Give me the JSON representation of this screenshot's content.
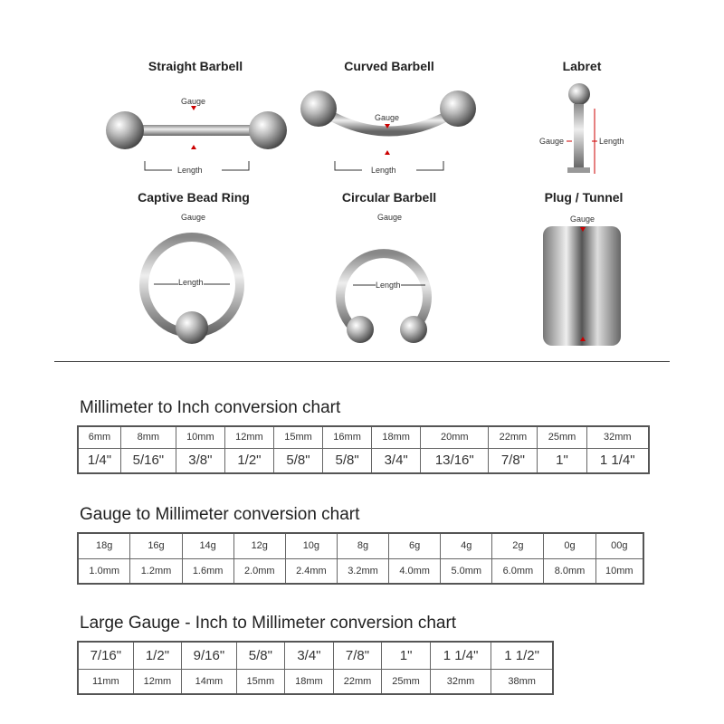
{
  "diagrams": [
    {
      "title": "Straight Barbell",
      "labels": [
        "Gauge",
        "Length"
      ]
    },
    {
      "title": "Curved Barbell",
      "labels": [
        "Gauge",
        "Length"
      ]
    },
    {
      "title": "Labret",
      "labels": [
        "Gauge",
        "Length"
      ]
    },
    {
      "title": "Captive Bead Ring",
      "labels": [
        "Gauge",
        "Length"
      ]
    },
    {
      "title": "Circular Barbell",
      "labels": [
        "Gauge",
        "Length"
      ]
    },
    {
      "title": "Plug / Tunnel",
      "labels": [
        "Gauge"
      ]
    }
  ],
  "tables": [
    {
      "title": "Millimeter to Inch conversion chart",
      "rows": [
        [
          "6mm",
          "8mm",
          "10mm",
          "12mm",
          "15mm",
          "16mm",
          "18mm",
          "20mm",
          "22mm",
          "25mm",
          "32mm"
        ],
        [
          "1/4\"",
          "5/16\"",
          "3/8\"",
          "1/2\"",
          "5/8\"",
          "5/8\"",
          "3/4\"",
          "13/16\"",
          "7/8\"",
          "1\"",
          "1 1/4\""
        ]
      ]
    },
    {
      "title": "Gauge to Millimeter conversion chart",
      "rows": [
        [
          "18g",
          "16g",
          "14g",
          "12g",
          "10g",
          "8g",
          "6g",
          "4g",
          "2g",
          "0g",
          "00g"
        ],
        [
          "1.0mm",
          "1.2mm",
          "1.6mm",
          "2.0mm",
          "2.4mm",
          "3.2mm",
          "4.0mm",
          "5.0mm",
          "6.0mm",
          "8.0mm",
          "10mm"
        ]
      ]
    },
    {
      "title": "Large Gauge - Inch to Millimeter conversion chart",
      "rows": [
        [
          "7/16\"",
          "1/2\"",
          "9/16\"",
          "5/8\"",
          "3/4\"",
          "7/8\"",
          "1\"",
          "1 1/4\"",
          "1 1/2\""
        ],
        [
          "11mm",
          "12mm",
          "14mm",
          "15mm",
          "18mm",
          "22mm",
          "25mm",
          "32mm",
          "38mm"
        ]
      ]
    }
  ]
}
